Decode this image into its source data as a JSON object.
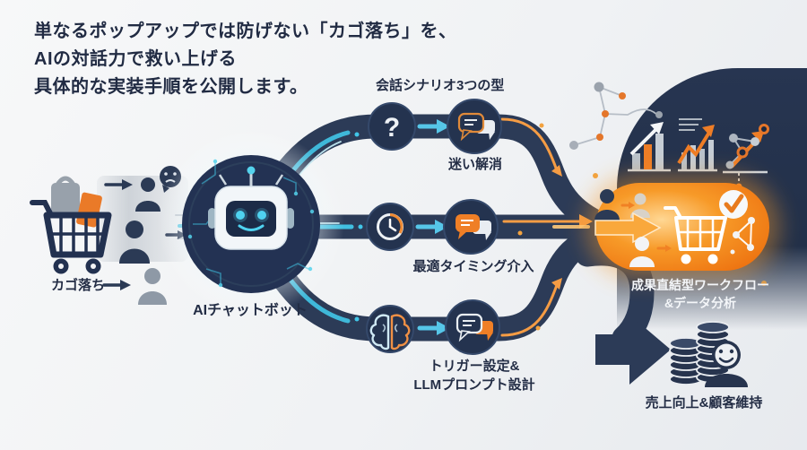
{
  "title": {
    "line1": "単なるポップアップでは防げない「カゴ落ち」を、",
    "line2": "AIの対話力で救い上げる",
    "line3": "具体的な実装手順を公開します。"
  },
  "flow": {
    "cart_label": "カゴ落ち",
    "robot_label": "AIチャットボット",
    "scenario_header": "会話シナリオ3つの型",
    "branches": [
      {
        "icon": "question-icon",
        "glyph": "?",
        "label": "迷い解消"
      },
      {
        "icon": "clock-icon",
        "label": "最適タイミング介入"
      },
      {
        "icon": "brain-icon",
        "label": "トリガー設定&",
        "label2": "LLMプロンプト設計"
      }
    ],
    "outcome": {
      "line1": "成果直結型ワークフロー",
      "line2": "&データ分析"
    },
    "result_label": "売上向上&顧客維持"
  },
  "colors": {
    "navy": "#24334f",
    "band_navy": "#2c3b57",
    "cyan": "#45c5e6",
    "orange": "#f08124",
    "blob_orange": "#f69826",
    "text_navy": "#232d45",
    "white": "#f4f6f9"
  }
}
